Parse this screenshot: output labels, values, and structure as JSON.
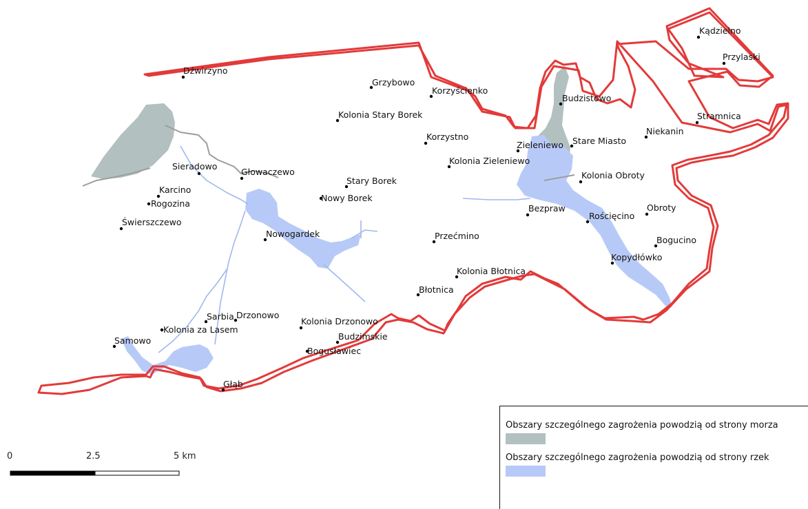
{
  "colors": {
    "boundary": "#e23a3a",
    "sea_flood": "#b2c0c0",
    "river_flood": "#b7caf7",
    "road": "#9d9d9d",
    "river_line": "#9fb8ee"
  },
  "places": [
    {
      "name": "Kądzielno"
    },
    {
      "name": "Przylaski"
    },
    {
      "name": "Dźwirzyno"
    },
    {
      "name": "Grzybowo"
    },
    {
      "name": "Korzyścienko"
    },
    {
      "name": "Budzistowo"
    },
    {
      "name": "Kolonia Stary Borek"
    },
    {
      "name": "Stramnica"
    },
    {
      "name": "Niekanin"
    },
    {
      "name": "Korzystno"
    },
    {
      "name": "Zieleniewo"
    },
    {
      "name": "Stare Miasto"
    },
    {
      "name": "Kolonia Zieleniewo"
    },
    {
      "name": "Sieradowo"
    },
    {
      "name": "Głowaczewo"
    },
    {
      "name": "Kolonia Obroty"
    },
    {
      "name": "Stary Borek"
    },
    {
      "name": "Karcino"
    },
    {
      "name": "Nowy Borek"
    },
    {
      "name": "Rogozina"
    },
    {
      "name": "Bezpraw"
    },
    {
      "name": "Obroty"
    },
    {
      "name": "Rościęcino"
    },
    {
      "name": "Świerszczewo"
    },
    {
      "name": "Nowogardek"
    },
    {
      "name": "Przećmino"
    },
    {
      "name": "Bogucino"
    },
    {
      "name": "Kopydłówko"
    },
    {
      "name": "Kolonia Błotnica"
    },
    {
      "name": "Błotnica"
    },
    {
      "name": "Sarbia"
    },
    {
      "name": "Drzonowo"
    },
    {
      "name": "Kolonia Drzonowo"
    },
    {
      "name": "Kolonia za Lasem"
    },
    {
      "name": "Budzimskie"
    },
    {
      "name": "Samowo"
    },
    {
      "name": "Bogusławiec"
    },
    {
      "name": "Głąb"
    }
  ],
  "scale_bar": {
    "labels": [
      "0",
      "2.5",
      "5 km"
    ]
  },
  "legend": {
    "items": [
      {
        "label": "Obszary szczególnego zagrożenia powodzią od strony morza",
        "swatch": "sea"
      },
      {
        "label": "Obszary szczególnego zagrożenia powodzią od strony rzek",
        "swatch": "river"
      }
    ]
  }
}
